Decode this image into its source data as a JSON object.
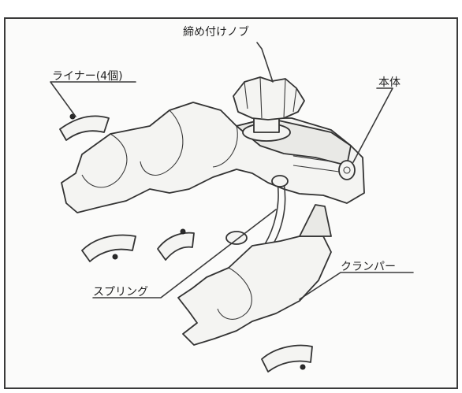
{
  "heading": "",
  "labels": {
    "knob": "締め付けノブ",
    "liner": "ライナー(4個)",
    "body": "本体",
    "clamper": "クランパー",
    "spring": "スプリング"
  }
}
